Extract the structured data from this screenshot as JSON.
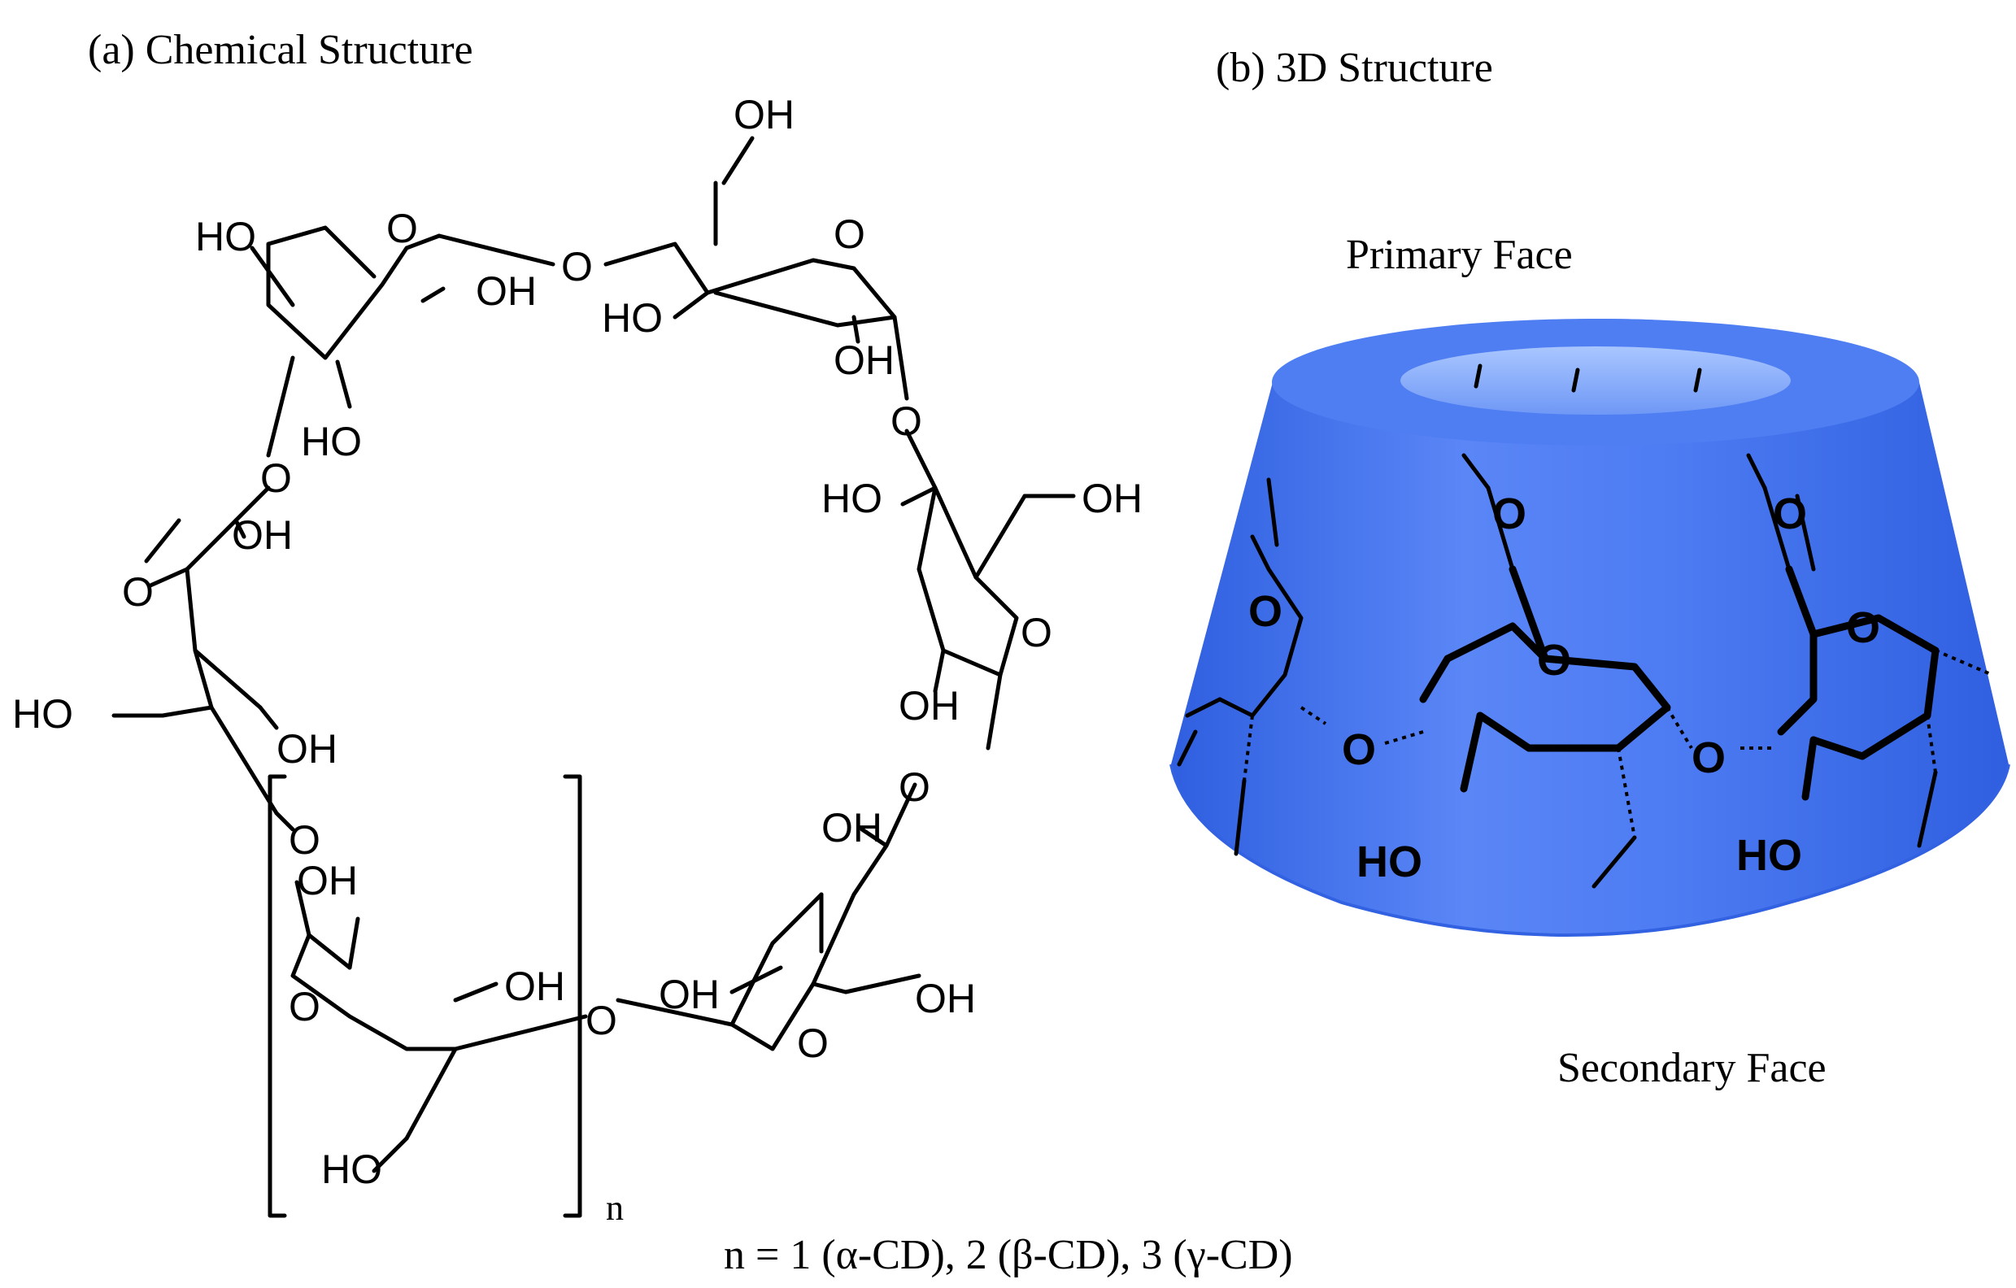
{
  "panel_a": {
    "title": "(a) Chemical Structure",
    "repeat_index": "n",
    "footnote": "n = 1 (α-CD), 2 (β-CD), 3 (γ-CD)",
    "labels": {
      "oh": "OH",
      "ho": "HO",
      "o": "O"
    }
  },
  "panel_b": {
    "title": "(b) 3D Structure",
    "primary_face": "Primary Face",
    "secondary_face": "Secondary Face",
    "labels": {
      "o": "O",
      "ho": "HO"
    }
  },
  "colors": {
    "cone_fill": "#4a78f0",
    "cone_dark": "#2e58d8",
    "cone_light": "#8fb2ff",
    "ink": "#000000"
  }
}
